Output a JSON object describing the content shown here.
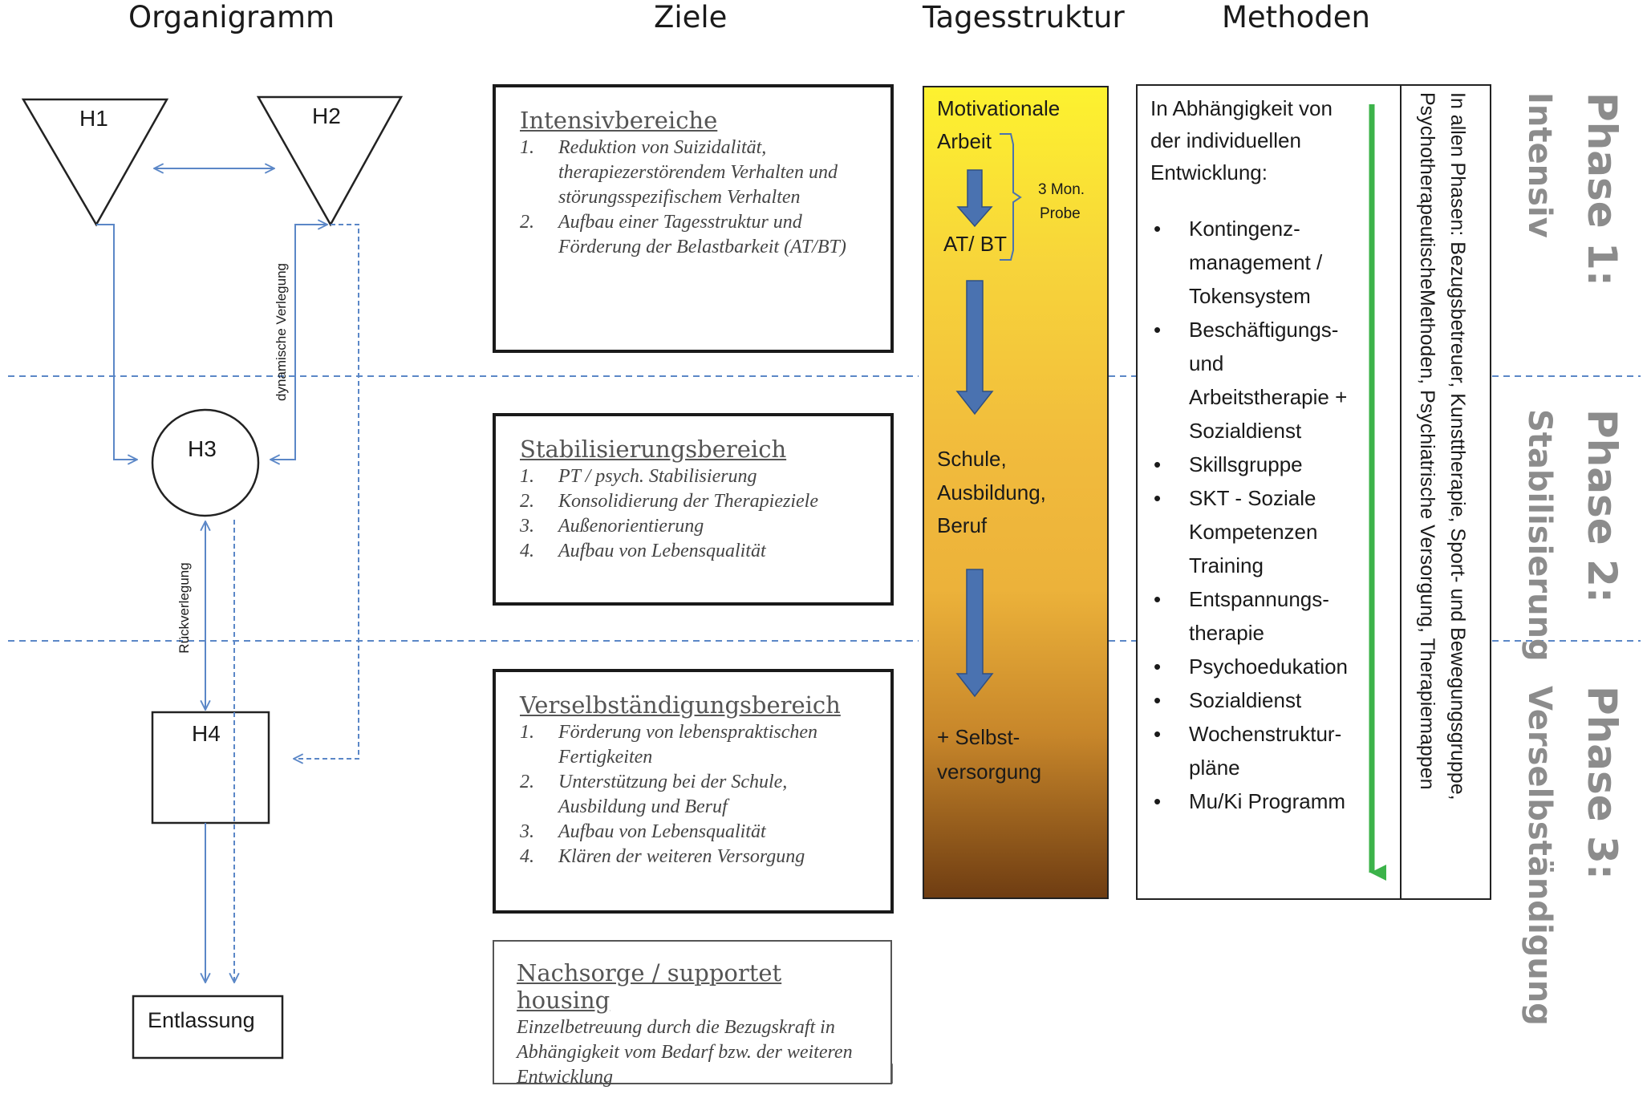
{
  "headers": {
    "organigramm": "Organigramm",
    "ziele": "Ziele",
    "tagesstruktur": "Tagesstruktur",
    "methoden": "Methoden"
  },
  "organigramm": {
    "h1": "H1",
    "h2": "H2",
    "h3": "H3",
    "h4": "H4",
    "entlassung": "Entlassung",
    "dynamische_verlegung": "dynamische Verlegung",
    "rueckverlegung": "Rückverlegung"
  },
  "ziele": {
    "intensiv": {
      "title": "Intensivbereiche",
      "items": [
        {
          "n": "1.",
          "text": "Reduktion von Suizidalität, therapiezerstörendem Verhalten und störungsspezifischem Verhalten"
        },
        {
          "n": "2.",
          "text": "Aufbau einer Tagesstruktur und Förderung der Belastbarkeit (AT/BT)"
        }
      ]
    },
    "stabilisierung": {
      "title": "Stabilisierungsbereich",
      "items": [
        {
          "n": "1.",
          "text": "PT / psych. Stabilisierung"
        },
        {
          "n": "2.",
          "text": "Konsolidierung der Therapieziele"
        },
        {
          "n": "3.",
          "text": "Außenorientierung"
        },
        {
          "n": "4.",
          "text": "Aufbau von Lebensqualität"
        }
      ]
    },
    "verselbstaendigung": {
      "title": "Verselbständigungsbereich",
      "items": [
        {
          "n": "1.",
          "text": "Förderung von lebenspraktischen Fertigkeiten"
        },
        {
          "n": "2.",
          "text": "Unterstützung bei der Schule, Ausbildung und Beruf"
        },
        {
          "n": "3.",
          "text": "Aufbau von Lebensqualität"
        },
        {
          "n": "4.",
          "text": "Klären der weiteren Versorgung"
        }
      ]
    },
    "nachsorge": {
      "title": "Nachsorge / supportet housing",
      "text": "Einzelbetreuung durch die Bezugskraft in Abhängigkeit vom Bedarf bzw. der weiteren Entwicklung"
    }
  },
  "tagesstruktur": {
    "motivationale": "Motivationale",
    "arbeit": "Arbeit",
    "probe_line1": "3 Mon.",
    "probe_line2": "Probe",
    "at_bt": "AT/ BT",
    "schule": "Schule,",
    "ausbildung": "Ausbildung,",
    "beruf": "Beruf",
    "selbst": "+ Selbst-",
    "versorgung": "versorgung"
  },
  "methoden": {
    "intro": "In Abhängigkeit von der individuellen Entwicklung:",
    "items": [
      "Kontingenz-management / Tokensystem",
      "Beschäftigungs- und Arbeitstherapie + Sozialdienst",
      "Skillsgruppe",
      "SKT - Soziale Kompetenzen Training",
      "Entspannungs-therapie",
      "Psychoedukation",
      "Sozialdienst",
      "Wochenstruktur-pläne",
      "Mu/Ki Programm"
    ],
    "vertical_line1": "In allen Phasen: Bezugsbetreuer, Kunsttherapie, Sport- und Bewegungsgruppe,",
    "vertical_line2": "PsychotherapeutischeMethoden, Psychiatrische Versorgung, Therapiemappen"
  },
  "phases": {
    "p1": "Phase 1:",
    "p1_sub": "Intensiv",
    "p2": "Phase 2:",
    "p2_sub": "Stabilisierung",
    "p3": "Phase 3:",
    "p3_sub": "Verselbständigung"
  },
  "colors": {
    "connector": "#5b87c7",
    "big_arrow": "#4a72b0",
    "green_arrow": "#3cb34a",
    "phase_text": "#8c8c8c",
    "divider": "#5b87c7"
  }
}
